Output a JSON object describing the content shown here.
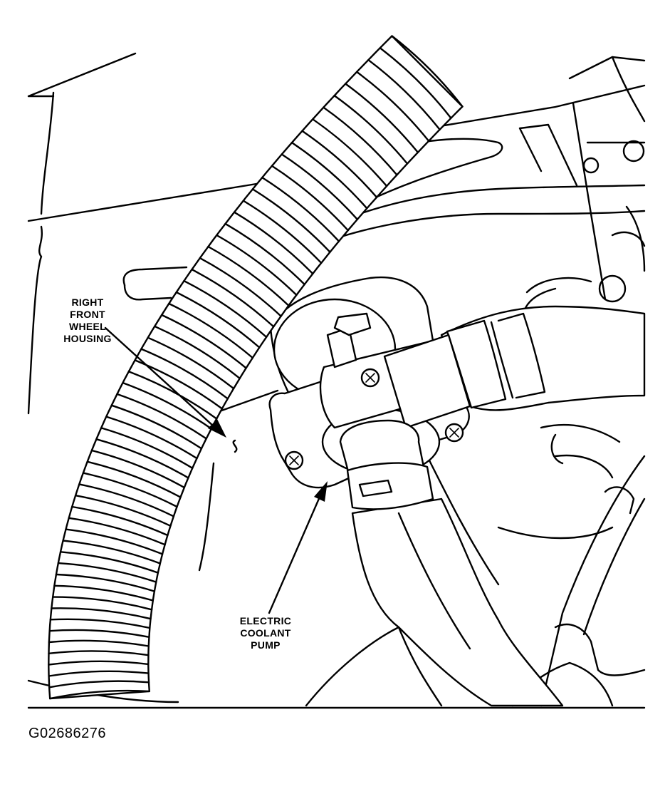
{
  "callouts": {
    "wheel_housing": [
      "RIGHT",
      "FRONT",
      "WHEEL",
      "HOUSING"
    ],
    "coolant_pump": [
      "ELECTRIC",
      "COOLANT",
      "PUMP"
    ]
  },
  "figure_id": "G02686276",
  "colors": {
    "ink": "#000000",
    "paper": "#ffffff"
  }
}
